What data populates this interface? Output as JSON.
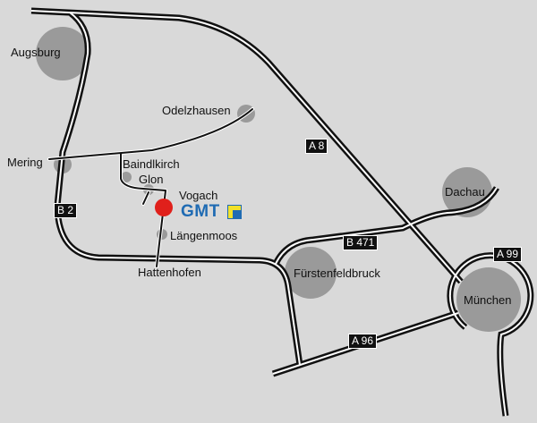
{
  "places": {
    "augsburg": "Augsburg",
    "odelzhausen": "Odelzhausen",
    "mering": "Mering",
    "baindlkirch": "Baindlkirch",
    "glon": "Glon",
    "vogach": "Vogach",
    "laengenmoos": "Längenmoos",
    "hattenhofen": "Hattenhofen",
    "dachau": "Dachau",
    "fuerstenfeldbruck": "Fürstenfeldbruck",
    "muenchen": "München"
  },
  "roads": {
    "a8": "A 8",
    "b2": "B 2",
    "b471": "B 471",
    "a99": "A 99",
    "a96": "A 96"
  },
  "company": {
    "name": "GMT"
  },
  "colors": {
    "background": "#d9d9d9",
    "city": "#9a9a9a",
    "marker": "#e0201b",
    "brand": "#1f6bb3",
    "logo_yellow": "#f2e12a"
  }
}
